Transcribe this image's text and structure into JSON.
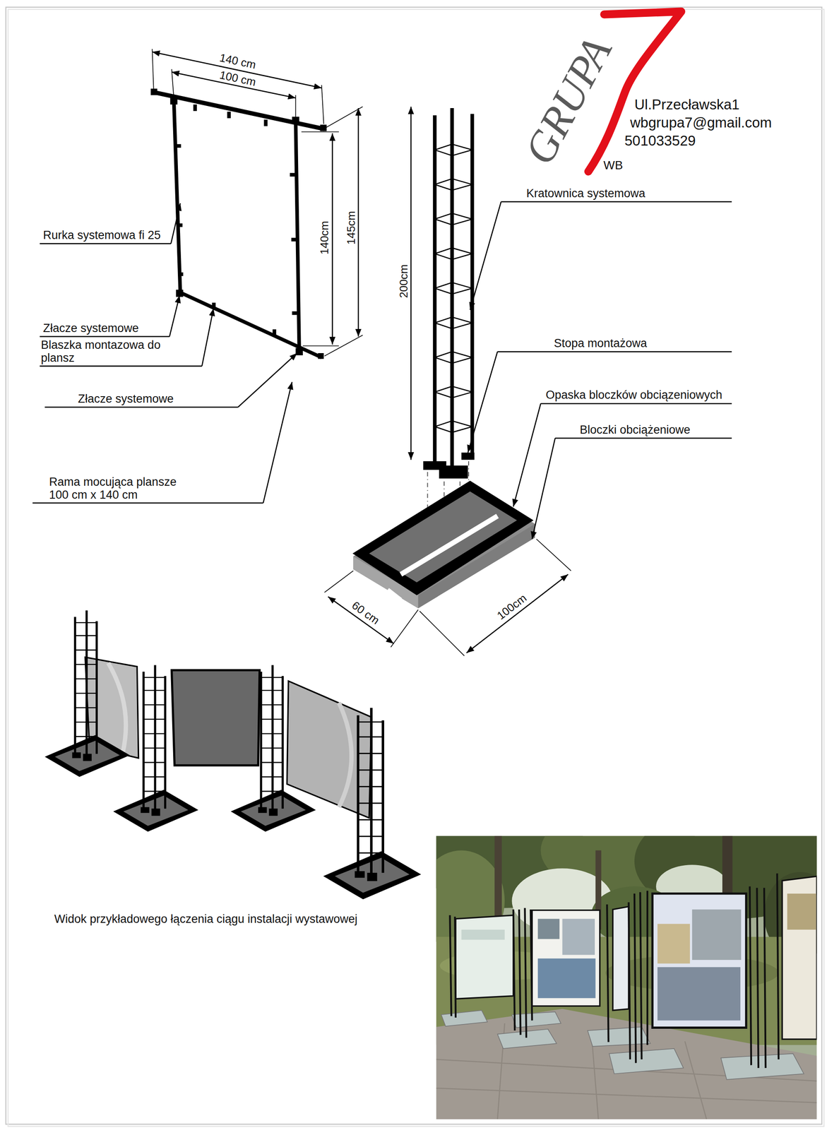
{
  "diagram": {
    "caption": "Widok przykładowego łączenia ciągu instalacji wystawowej",
    "labels": [
      "140 cm",
      "100 cm",
      "140cm",
      "145cm",
      "Rurka systemowa fi 25",
      "Złacze systemowe",
      "Blaszka montazowa do plansz",
      "Złacze systemowe",
      "Rama mocująca plansze 100 cm x 140 cm",
      "200cm",
      "Kratownica systemowa",
      "Stopa montażowa",
      "Opaska bloczków obciązeniowych",
      "Bloczki obciążeniowe",
      "60 cm",
      "100cm",
      "GRUPA",
      "WB",
      "Ul.Przecławska1",
      "wbgrupa7@gmail.com",
      "501033529"
    ]
  }
}
